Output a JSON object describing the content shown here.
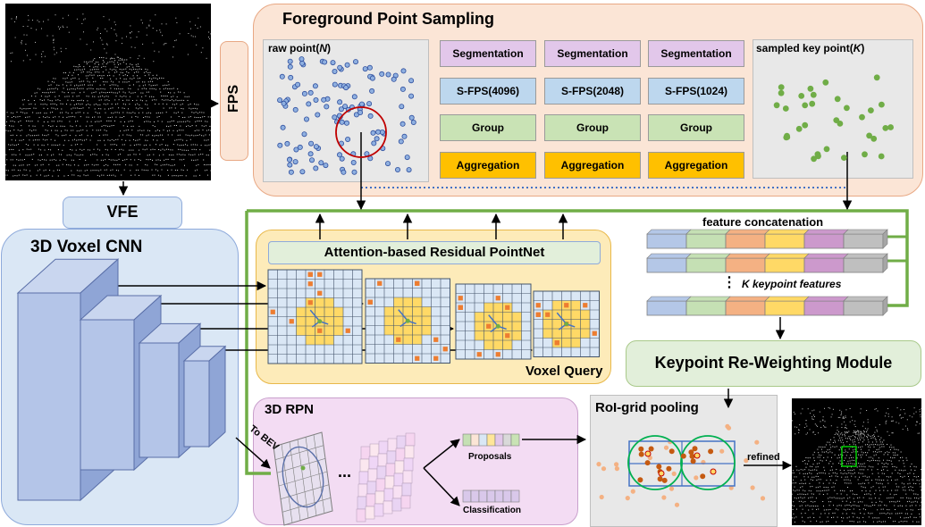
{
  "fps_panel": {
    "title": "Foreground Point Sampling",
    "fps_label": "FPS",
    "raw_point_label": "raw point(N)",
    "sampled_label": "sampled key point(K)",
    "columns": [
      {
        "segmentation": "Segmentation",
        "sfps": "S-FPS(4096)",
        "group": "Group",
        "aggregation": "Aggregation"
      },
      {
        "segmentation": "Segmentation",
        "sfps": "S-FPS(2048)",
        "group": "Group",
        "aggregation": "Aggregation"
      },
      {
        "segmentation": "Segmentation",
        "sfps": "S-FPS(1024)",
        "group": "Group",
        "aggregation": "Aggregation"
      }
    ]
  },
  "vfe_label": "VFE",
  "voxel_cnn_label": "3D Voxel CNN",
  "attention_label": "Attention-based Residual PointNet",
  "voxel_query_label": "Voxel Query",
  "feature_concat_label": "feature concatenation",
  "keypoint_features_label": "K keypoint features",
  "reweighting_label": "Keypoint Re-Weighting Module",
  "rpn": {
    "title": "3D RPN",
    "to_bev": "To BEV",
    "ellipsis": "...",
    "proposals": "Proposals",
    "classification": "Classification"
  },
  "roi_label": "RoI-grid pooling",
  "refined_label": "refined",
  "colors": {
    "fps_bg": "#fbe5d6",
    "voxel_bg": "#fdebb9",
    "rpn_bg": "#f3dcf3",
    "cnn_bg": "#dae7f5",
    "segmentation": "#e2c7ea",
    "sfps": "#bdd7ee",
    "group": "#c9e3b5",
    "aggregation": "#ffc000",
    "green_line": "#70ad47"
  }
}
